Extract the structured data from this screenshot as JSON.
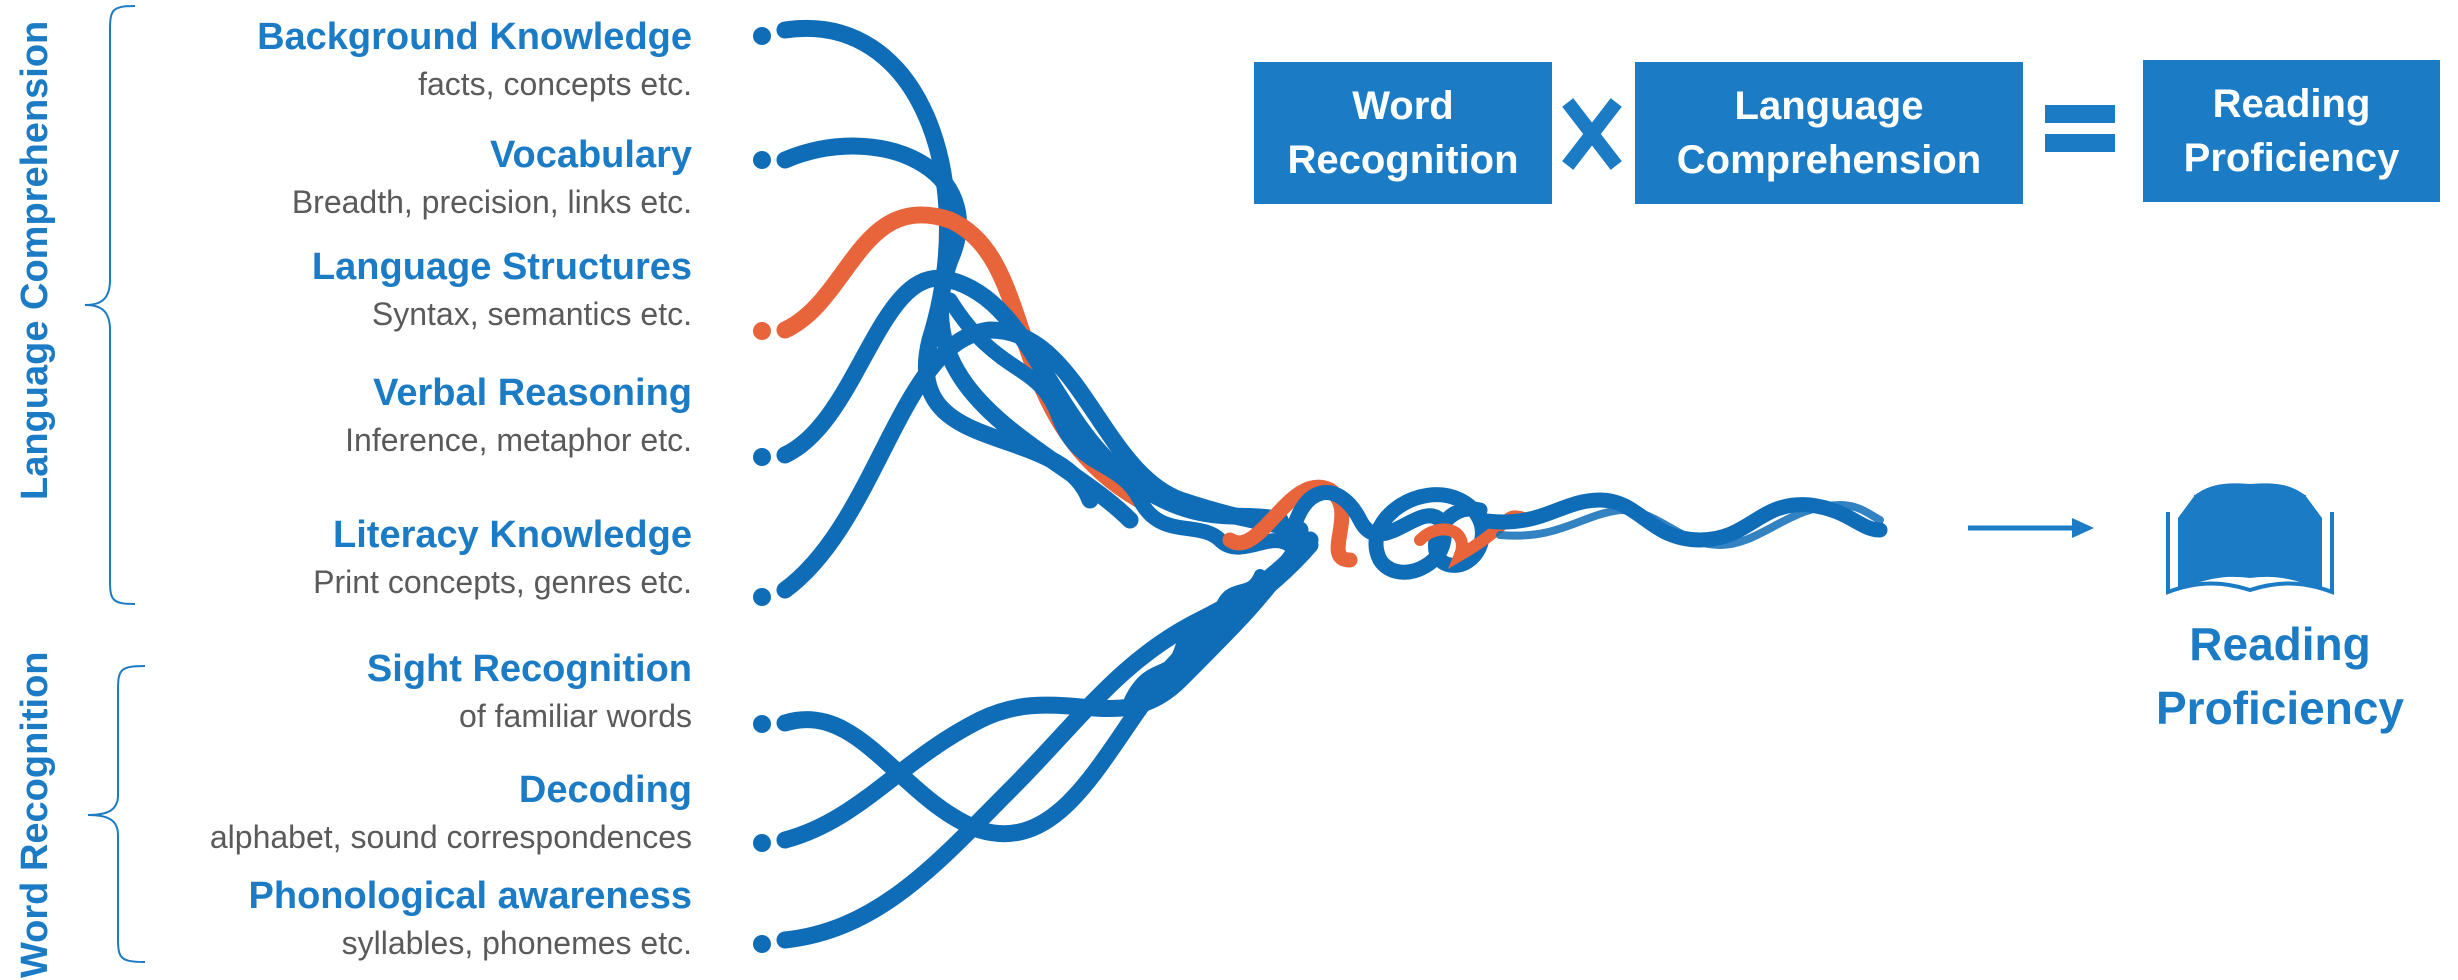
{
  "strands": [
    {
      "title": "Background Knowledge",
      "subtitle": "facts, concepts etc."
    },
    {
      "title": "Vocabulary",
      "subtitle": "Breadth, precision, links etc."
    },
    {
      "title": "Language Structures",
      "subtitle": "Syntax, semantics etc."
    },
    {
      "title": "Verbal Reasoning",
      "subtitle": "Inference, metaphor etc."
    },
    {
      "title": "Literacy Knowledge",
      "subtitle": "Print concepts, genres etc."
    },
    {
      "title": "Sight Recognition",
      "subtitle": "of familiar words"
    },
    {
      "title": "Decoding",
      "subtitle": "alphabet, sound correspondences"
    },
    {
      "title": "Phonological  awareness",
      "subtitle": "syllables, phonemes etc."
    }
  ],
  "groups": {
    "language_comprehension": "Language Comprehension",
    "word_recognition": "Word Recognition"
  },
  "equation": {
    "term1_line1": "Word",
    "term1_line2": "Recognition",
    "term2_line1": "Language",
    "term2_line2": "Comprehension",
    "result_line1": "Reading",
    "result_line2": "Proficiency"
  },
  "result": {
    "line1": "Reading",
    "line2": "Proficiency",
    "icon": "open-book-icon"
  },
  "colors": {
    "primary": "#1b7bc4",
    "accent": "#e8643a",
    "text": "#5a5a5a"
  }
}
